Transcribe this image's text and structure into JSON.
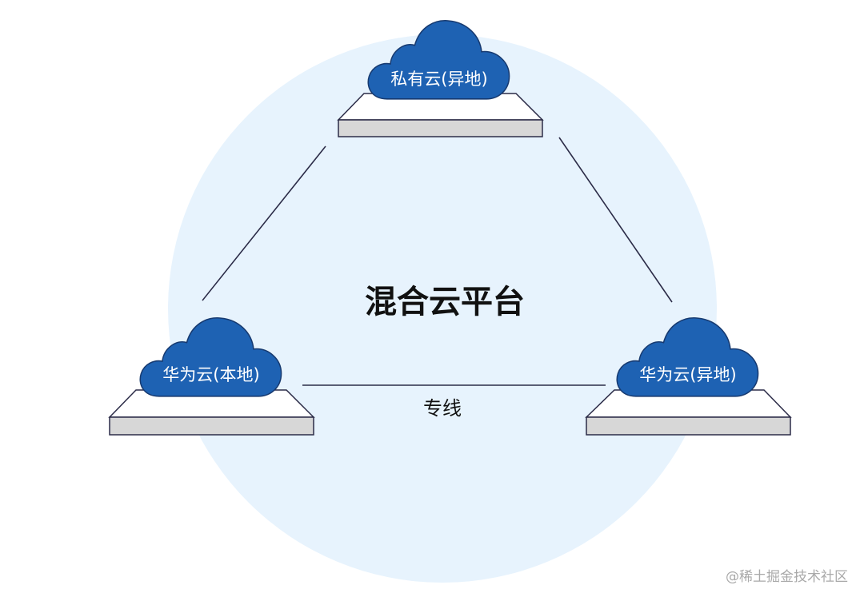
{
  "diagram": {
    "center_title": "混合云平台",
    "nodes": [
      {
        "id": "top",
        "label": "私有云(异地)"
      },
      {
        "id": "left",
        "label": "华为云(本地)"
      },
      {
        "id": "right",
        "label": "华为云(异地)"
      }
    ],
    "edges": [
      {
        "from": "top",
        "to": "left",
        "label": ""
      },
      {
        "from": "top",
        "to": "right",
        "label": ""
      },
      {
        "from": "left",
        "to": "right",
        "label": "专线"
      }
    ],
    "colors": {
      "circle": "#e7f3fd",
      "cloud_fill": "#1e62b3",
      "cloud_stroke": "#173a70",
      "platform_top": "#ffffff",
      "platform_side": "#d7d7d7",
      "platform_stroke": "#2c2c48",
      "line": "#2c2c48"
    }
  },
  "watermark": "@稀土掘金技术社区"
}
